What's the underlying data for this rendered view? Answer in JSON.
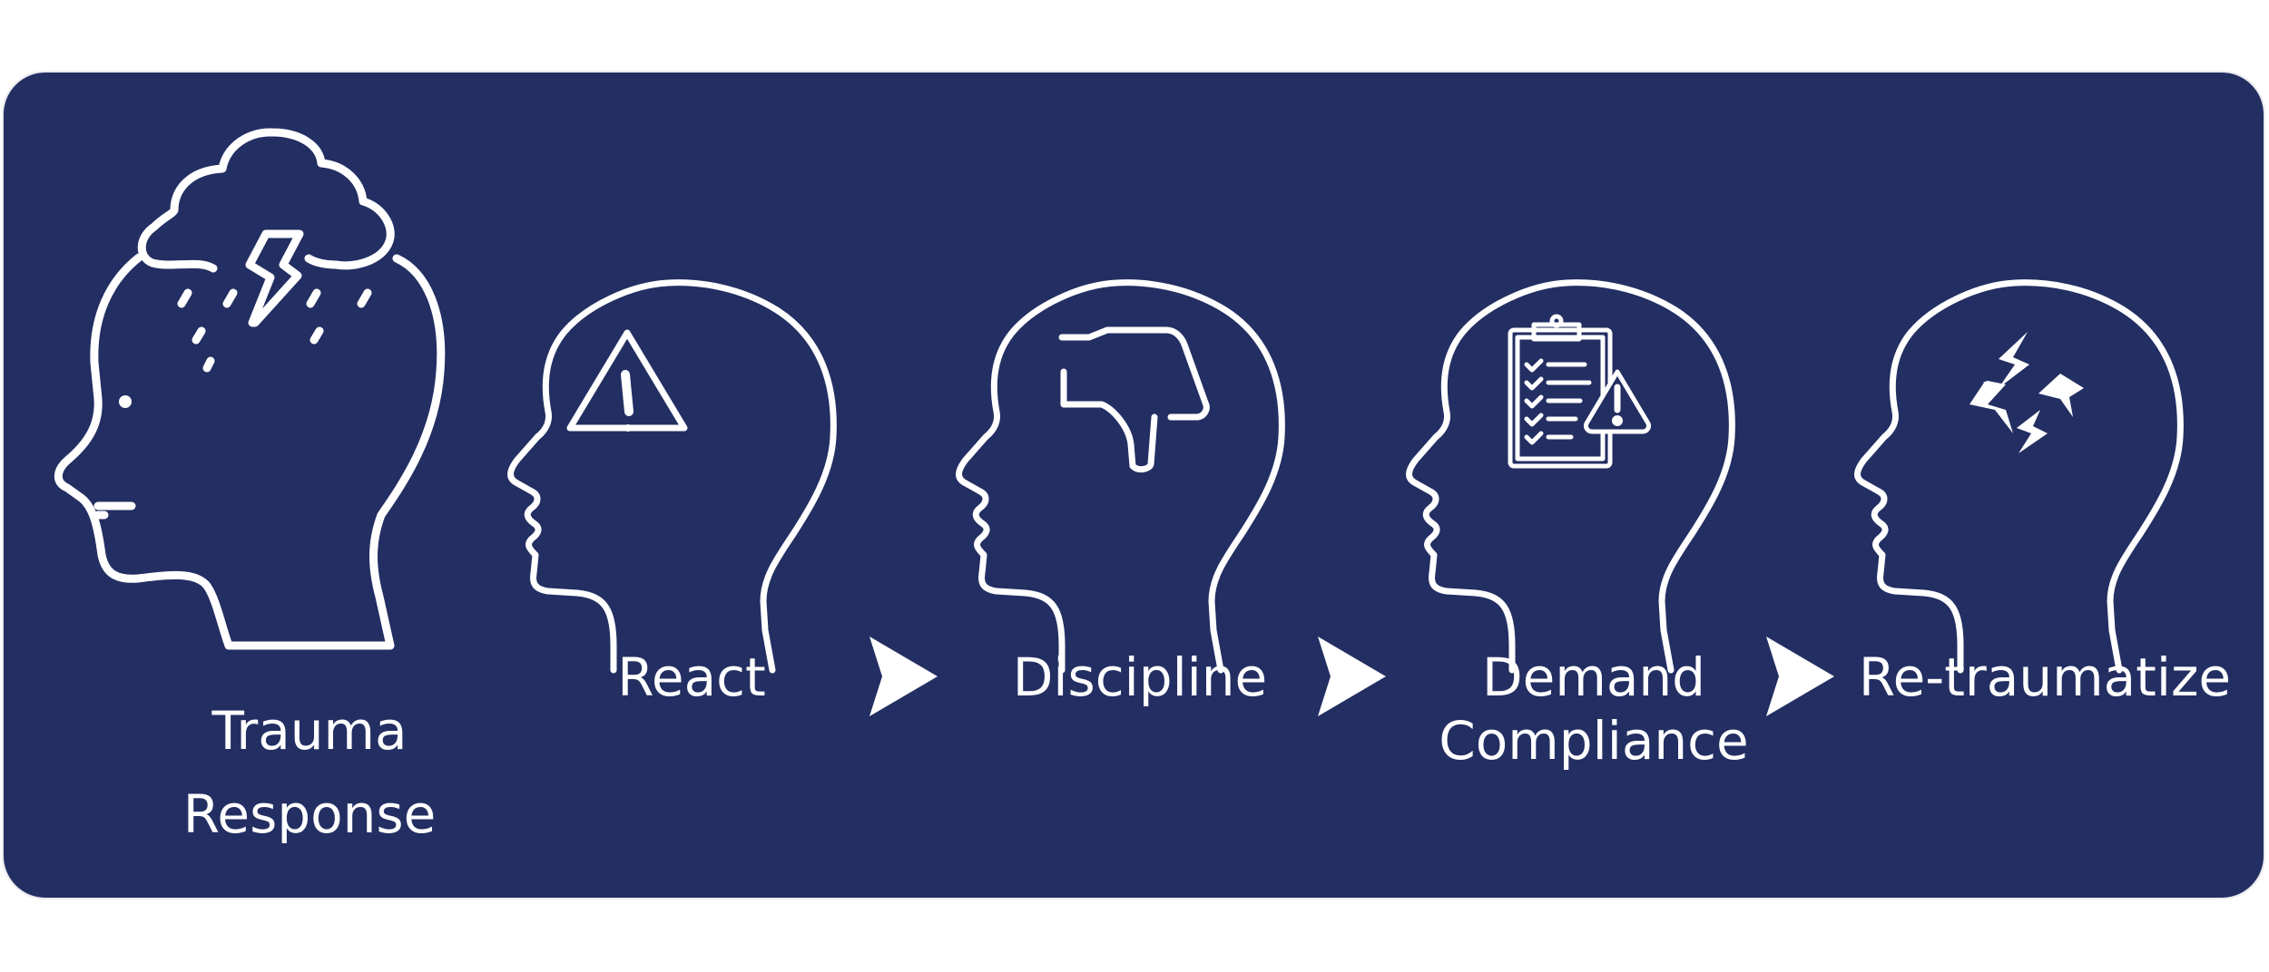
{
  "colors": {
    "background": "#232E62",
    "foreground": "#FFFFFF",
    "page": "#FFFFFF"
  },
  "steps": [
    {
      "line1": "Trauma",
      "line2": "Response",
      "icon": "head-storm-cloud-icon"
    },
    {
      "label": "React",
      "icon": "head-warning-icon"
    },
    {
      "label": "Discipline",
      "icon": "head-thumbs-down-icon"
    },
    {
      "line1": "Demand",
      "line2": "Compliance",
      "icon": "head-clipboard-alert-icon"
    },
    {
      "label": "Re-traumatize",
      "icon": "head-lightning-icon"
    }
  ],
  "connectors": [
    "arrow-icon",
    "arrow-icon",
    "arrow-icon"
  ]
}
